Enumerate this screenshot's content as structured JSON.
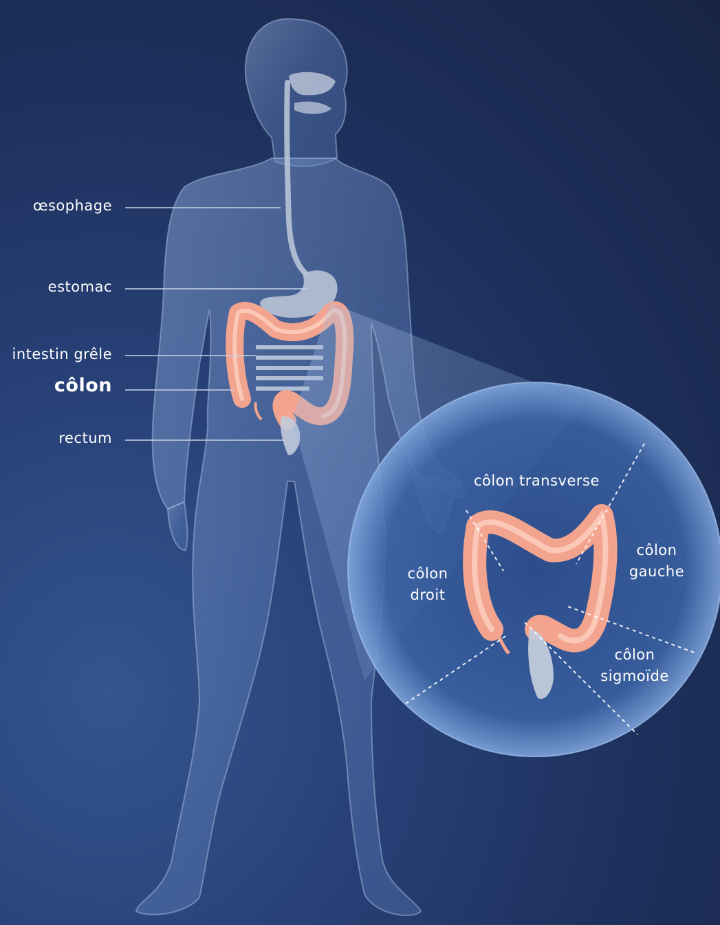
{
  "labels": {
    "oesophage": "œsophage",
    "estomac": "estomac",
    "intestin_grele": "intestin grêle",
    "colon": "côlon",
    "rectum": "rectum"
  },
  "zoom_labels": {
    "transverse": "côlon transverse",
    "droit_line1": "côlon",
    "droit_line2": "droit",
    "gauche_line1": "côlon",
    "gauche_line2": "gauche",
    "sigmoide_line1": "côlon",
    "sigmoide_line2": "sigmoïde"
  },
  "colors": {
    "body_fill": "#6f8fc4",
    "colon_fill": "#f2a48f",
    "colon_highlight": "#ffd7c8",
    "organ_fill": "#b9c3d6",
    "leader_line": "#c8d2e6"
  }
}
